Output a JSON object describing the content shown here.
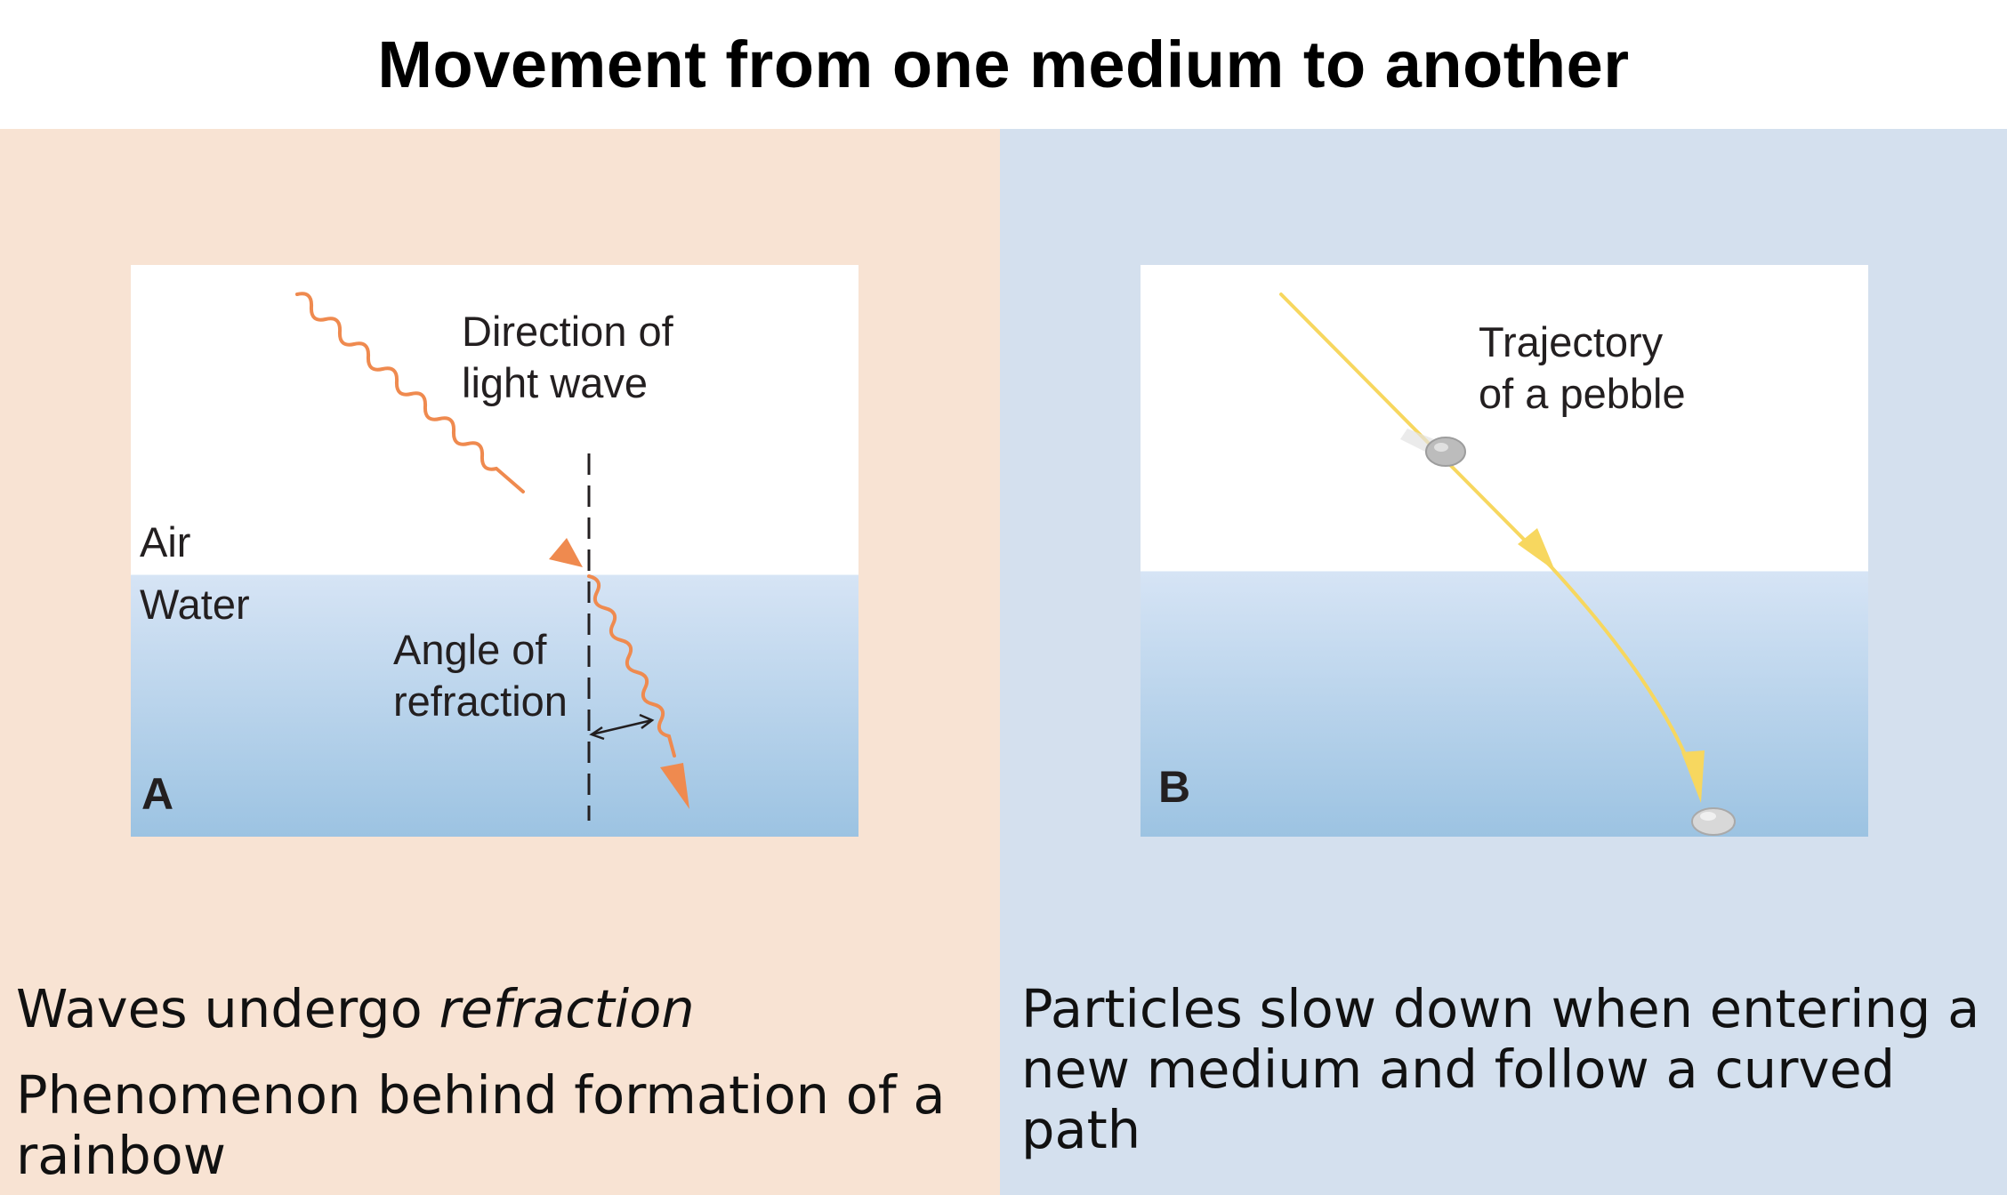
{
  "title": "Movement from one medium to another",
  "left_panel": {
    "figure": {
      "caption": "Direction of\nlight wave",
      "air_label": "Air",
      "water_label": "Water",
      "angle_label": "Angle of\nrefraction",
      "letter": "A",
      "wave_color": "#ef8a4f"
    },
    "line1_prefix": "Waves undergo ",
    "line1_emphasis": "refraction",
    "line2": "Phenomenon behind formation of a\nrainbow"
  },
  "right_panel": {
    "figure": {
      "caption": "Trajectory\nof a pebble",
      "letter": "B",
      "path_color": "#f7d75f"
    },
    "text": "Particles slow down when entering a\nnew medium and follow a curved path"
  },
  "colors": {
    "left_background": "#f8e3d3",
    "right_background": "#d4e0ee"
  }
}
